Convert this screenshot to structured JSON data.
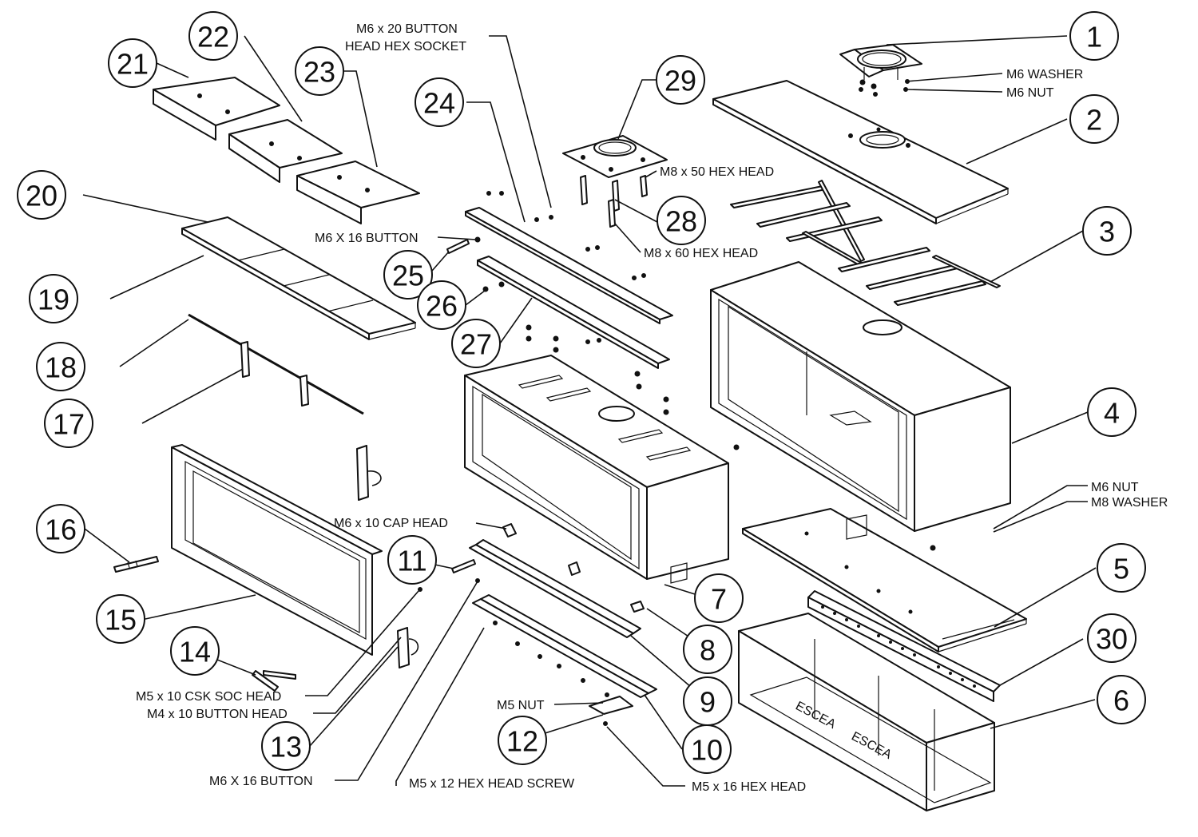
{
  "callouts": [
    {
      "id": "1",
      "label": "1"
    },
    {
      "id": "2",
      "label": "2"
    },
    {
      "id": "3",
      "label": "3"
    },
    {
      "id": "4",
      "label": "4"
    },
    {
      "id": "5",
      "label": "5"
    },
    {
      "id": "6",
      "label": "6"
    },
    {
      "id": "7",
      "label": "7"
    },
    {
      "id": "8",
      "label": "8"
    },
    {
      "id": "9",
      "label": "9"
    },
    {
      "id": "10",
      "label": "10"
    },
    {
      "id": "11",
      "label": "11"
    },
    {
      "id": "12",
      "label": "12"
    },
    {
      "id": "13",
      "label": "13"
    },
    {
      "id": "14",
      "label": "14"
    },
    {
      "id": "15",
      "label": "15"
    },
    {
      "id": "16",
      "label": "16"
    },
    {
      "id": "17",
      "label": "17"
    },
    {
      "id": "18",
      "label": "18"
    },
    {
      "id": "19",
      "label": "19"
    },
    {
      "id": "20",
      "label": "20"
    },
    {
      "id": "21",
      "label": "21"
    },
    {
      "id": "22",
      "label": "22"
    },
    {
      "id": "23",
      "label": "23"
    },
    {
      "id": "24",
      "label": "24"
    },
    {
      "id": "25",
      "label": "25"
    },
    {
      "id": "26",
      "label": "26"
    },
    {
      "id": "27",
      "label": "27"
    },
    {
      "id": "28",
      "label": "28"
    },
    {
      "id": "29",
      "label": "29"
    },
    {
      "id": "30",
      "label": "30"
    }
  ],
  "labels": {
    "m6x20_button_line1": "M6 x 20 BUTTON",
    "m6x20_button_line2": "HEAD HEX SOCKET",
    "m6_washer_top": "M6 WASHER",
    "m6_nut_top": "M6 NUT",
    "m8x50_hex_head": "M8 x 50 HEX HEAD",
    "m8x60_hex_head": "M8 x 60 HEX HEAD",
    "m6x16_button_top": "M6 X 16 BUTTON",
    "m6_nut_right": "M6 NUT",
    "m8_washer_right": "M8 WASHER",
    "m6x10_cap_head": "M6 x 10 CAP HEAD",
    "m5x10_csk_soc_head": "M5 x 10 CSK SOC HEAD",
    "m4x10_button_head": "M4 x 10 BUTTON HEAD",
    "m5_nut": "M5 NUT",
    "m6x16_button_bottom": "M6 X 16 BUTTON",
    "m5x12_hex_head_screw": "M5 x 12 HEX HEAD SCREW",
    "m5x16_hex_head": "M5 x 16 HEX HEAD",
    "brand_mark": "ESCEA"
  }
}
